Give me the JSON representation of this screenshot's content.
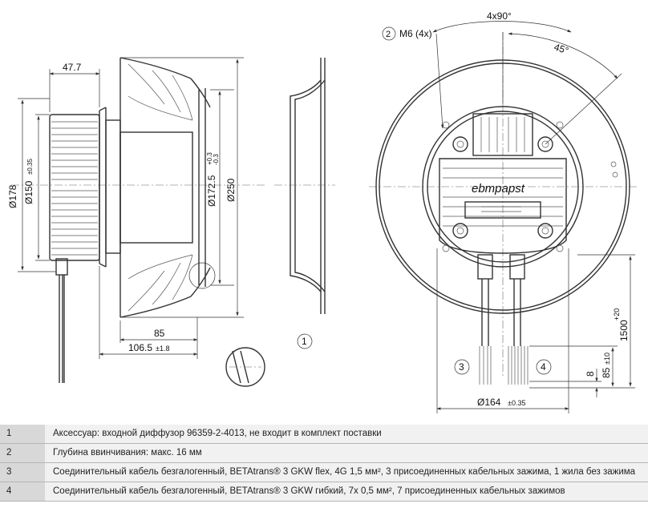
{
  "dimensions": {
    "d178": "Ø178",
    "d150": "Ø150",
    "d150_tol": "±0.35",
    "d172_5": "Ø172.5",
    "d172_5_tol_up": "+0.3",
    "d172_5_tol_dn": "-0.3",
    "d250": "Ø250",
    "w47_7": "47.7",
    "w85": "85",
    "w106_5": "106.5",
    "w106_5_tol": "±1.8",
    "d164": "Ø164",
    "d164_tol": "±0.35",
    "len1500": "1500",
    "len1500_tol": "+20",
    "len85": "85",
    "len85_tol": "±10",
    "len8": "8",
    "ang4x90": "4x90°",
    "ang45": "45°",
    "thread": "M6 (4x)",
    "brand": "ebmpapst"
  },
  "callouts": {
    "c1": "1",
    "c2": "2",
    "c3": "3",
    "c4": "4"
  },
  "notes": [
    {
      "num": "1",
      "text": "Аксессуар: входной диффузор 96359-2-4013, не входит в комплект поставки"
    },
    {
      "num": "2",
      "text": "Глубина ввинчивания: макс. 16 мм"
    },
    {
      "num": "3",
      "text": "Соединительный кабель безгалогенный, BETAtrans® 3 GKW flex, 4G 1,5 мм², 3 присоединенных кабельных зажима, 1 жила без зажима"
    },
    {
      "num": "4",
      "text": "Соединительный кабель безгалогенный, BETAtrans® 3 GKW гибкий, 7x 0,5 мм², 7 присоединенных кабельных зажимов"
    }
  ]
}
